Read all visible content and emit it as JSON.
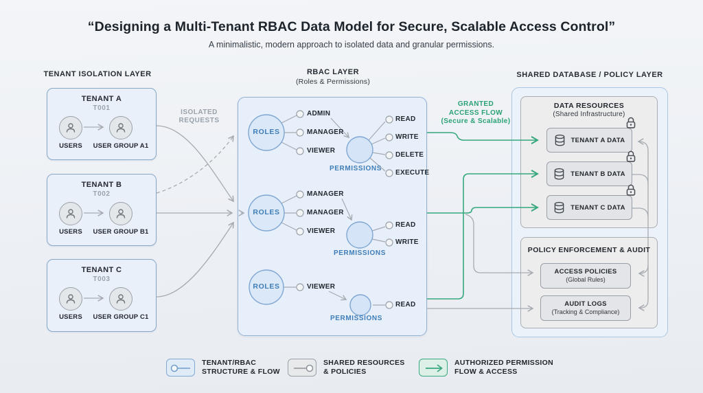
{
  "title": "“Designing a Multi-Tenant RBAC Data Model for Secure, Scalable Access Control”",
  "subtitle": "A minimalistic, modern approach to isolated data and granular permissions.",
  "headers": {
    "tenant": "TENANT ISOLATION LAYER",
    "rbac": "RBAC LAYER",
    "rbac_sub": "(Roles & Permissions)",
    "shared": "SHARED DATABASE / POLICY LAYER"
  },
  "flow_labels": {
    "isolated": [
      "ISOLATED",
      "REQUESTS"
    ],
    "granted": [
      "GRANTED",
      "ACCESS FLOW",
      "(Secure & Scalable)"
    ]
  },
  "tenants": [
    {
      "name": "TENANT A",
      "code": "T001",
      "users": "USERS",
      "group": "USER GROUP A1"
    },
    {
      "name": "TENANT B",
      "code": "T002",
      "users": "USERS",
      "group": "USER GROUP B1"
    },
    {
      "name": "TENANT C",
      "code": "T003",
      "users": "USERS",
      "group": "USER GROUP C1"
    }
  ],
  "rbac": {
    "roles_label": "ROLES",
    "permissions_label": "PERMISSIONS",
    "groups": [
      {
        "roles": [
          "ADMIN",
          "MANAGER",
          "VIEWER"
        ],
        "permissions": [
          "READ",
          "WRITE",
          "DELETE",
          "EXECUTE"
        ]
      },
      {
        "roles": [
          "MANAGER",
          "MANAGER",
          "VIEWER"
        ],
        "permissions": [
          "READ",
          "WRITE"
        ]
      },
      {
        "roles": [
          "VIEWER"
        ],
        "permissions": [
          "READ"
        ]
      }
    ]
  },
  "shared": {
    "data_resources": {
      "title": "DATA RESOURCES",
      "subtitle": "(Shared Infrastructure)",
      "items": [
        {
          "label": "TENANT A DATA"
        },
        {
          "label": "TENANT B DATA"
        },
        {
          "label": "TENANT C DATA"
        }
      ]
    },
    "policy": {
      "title": "POLICY ENFORCEMENT & AUDIT",
      "items": [
        {
          "title": "ACCESS POLICIES",
          "subtitle": "(Global Rules)"
        },
        {
          "title": "AUDIT LOGS",
          "subtitle": "(Tracking & Compliance)"
        }
      ]
    }
  },
  "legend": {
    "items": [
      {
        "line1": "TENANT/RBAC",
        "line2": "STRUCTURE & FLOW",
        "icon": "circle-line-icon",
        "color": "#7fa6d2"
      },
      {
        "line1": "SHARED RESOURCES",
        "line2": "& POLICIES",
        "icon": "line-circle-icon",
        "color": "#9aa1a8"
      },
      {
        "line1": "AUTHORIZED PERMISSION",
        "line2": "FLOW & ACCESS",
        "icon": "arrow-icon",
        "color": "#35a87c"
      }
    ]
  },
  "colors": {
    "accent_blue": "#3f7db8",
    "accent_green": "#2aa174",
    "line_gray": "#a9aeb4",
    "tenant_fill": "#e9f0f9",
    "rbac_fill": "#e7effa",
    "panel_fill": "#ebf2fa",
    "gray_fill": "#ededee",
    "item_fill": "#e2e4e7"
  }
}
